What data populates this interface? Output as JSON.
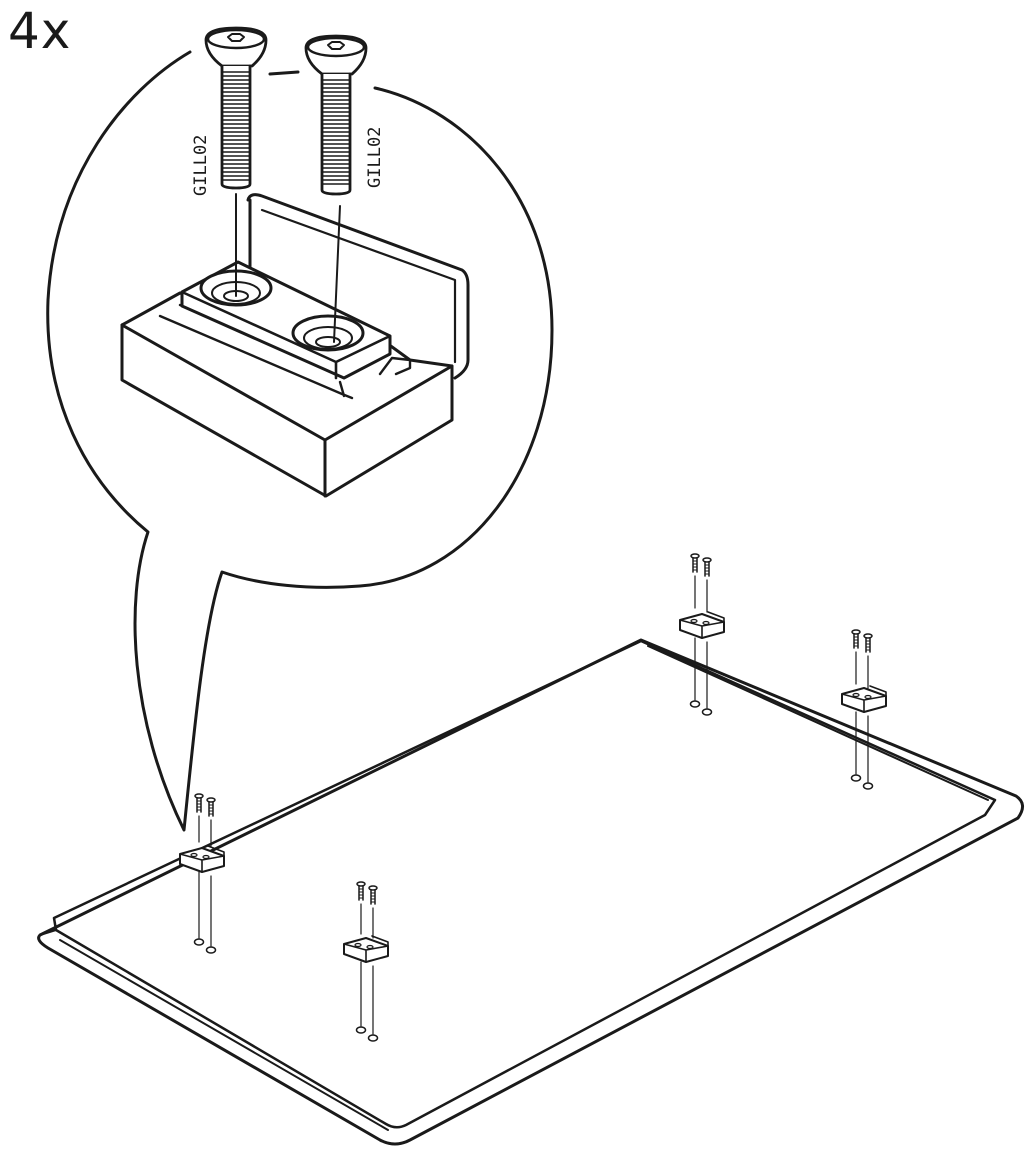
{
  "quantity_label": "4x",
  "part_code": "GILL02",
  "colors": {
    "line": "#1a1a1a",
    "background": "#ffffff"
  },
  "callout": {
    "screws": [
      {
        "label": "GILL02"
      },
      {
        "label": "GILL02"
      }
    ]
  }
}
